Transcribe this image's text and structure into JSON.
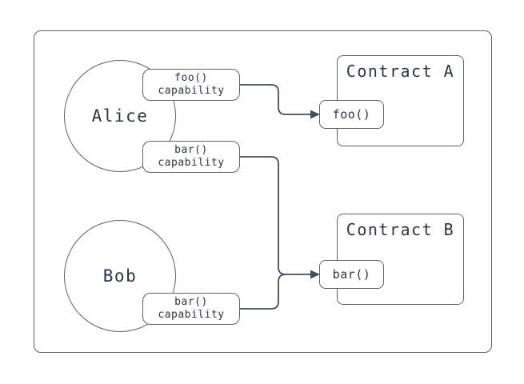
{
  "colors": {
    "stroke": "#5a6170",
    "connector": "#454c5b",
    "text": "#2e3543",
    "background": "#ffffff"
  },
  "actors": [
    {
      "name": "Alice"
    },
    {
      "name": "Bob"
    }
  ],
  "capability_badges": [
    {
      "owner": "Alice",
      "line1": "foo()",
      "line2": "capability"
    },
    {
      "owner": "Alice",
      "line1": "bar()",
      "line2": "capability"
    },
    {
      "owner": "Bob",
      "line1": "bar()",
      "line2": "capability"
    }
  ],
  "contracts": [
    {
      "title": "Contract A",
      "function": "foo()"
    },
    {
      "title": "Contract B",
      "function": "bar()"
    }
  ],
  "connections": [
    {
      "from": "foo() capability (Alice)",
      "to": "foo() in Contract A"
    },
    {
      "from": "bar() capability (Alice)",
      "to": "bar() in Contract B"
    },
    {
      "from": "bar() capability (Bob)",
      "to": "bar() in Contract B"
    }
  ]
}
